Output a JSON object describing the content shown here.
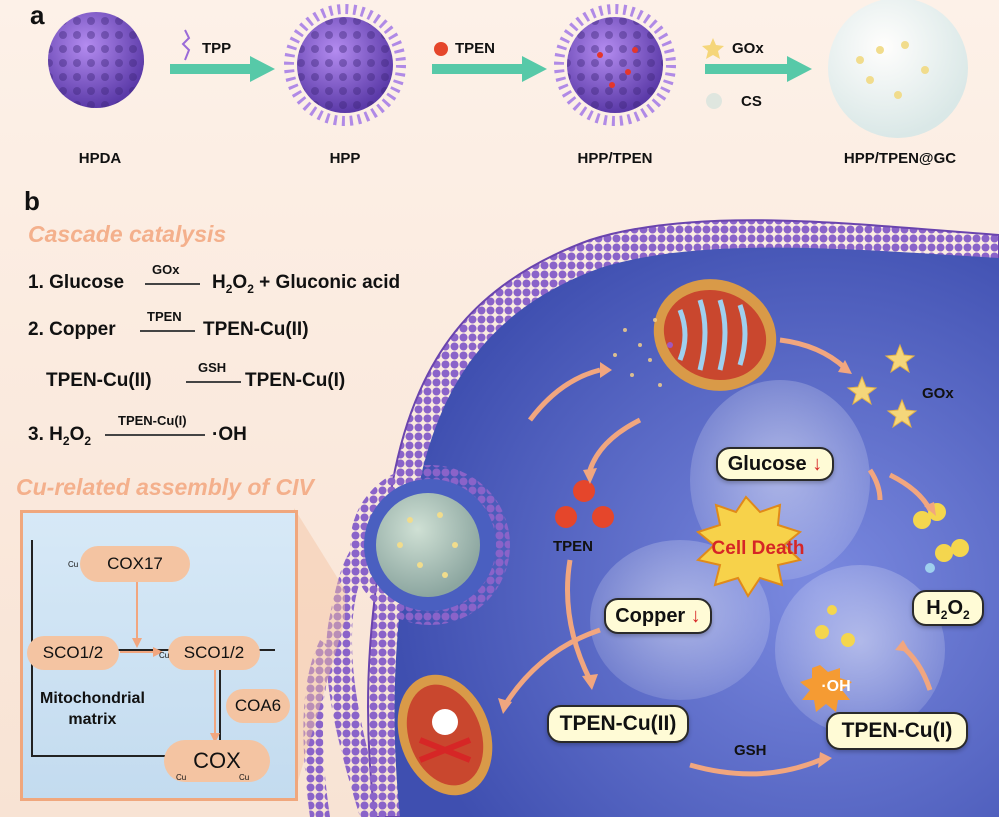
{
  "panel_a": {
    "letter": "a",
    "stages": [
      "HPDA",
      "HPP",
      "HPP/TPEN",
      "HPP/TPEN@GC"
    ],
    "arrows": [
      "TPP",
      "TPEN",
      "GOx",
      "CS"
    ]
  },
  "panel_b": {
    "letter": "b",
    "cascade_title": "Cascade catalysis",
    "eq1": {
      "num": "1.",
      "left": "Glucose",
      "over": "GOx",
      "right_h": "H",
      "sub2a": "2",
      "right_o": "O",
      "sub2b": "2",
      "right_rest": " + Gluconic acid"
    },
    "eq2": {
      "num": "2.",
      "left": "Copper",
      "over": "TPEN",
      "right": "TPEN-Cu(II)"
    },
    "eq2b": {
      "left": "TPEN-Cu(II)",
      "over": "GSH",
      "right": "TPEN-Cu(I)"
    },
    "eq3": {
      "num": "3.",
      "left_h": "H",
      "sub2a": "2",
      "left_o": "O",
      "sub2b": "2",
      "over": "TPEN-Cu(I)",
      "right": "·OH"
    },
    "assembly_title": "Cu-related assembly of CIV",
    "assembly": {
      "cox17": "COX17",
      "sco_left": "SCO1/2",
      "sco_right": "SCO1/2",
      "coa6": "COA6",
      "cox": "COX",
      "matrix": "Mitochondrial\nmatrix",
      "cu": "Cu"
    },
    "cell": {
      "gox": "GOx",
      "tpen": "TPEN",
      "glucose": "Glucose",
      "cell_death": "Cell Death",
      "copper": "Copper",
      "h2o2_h": "H",
      "h2o2_2a": "2",
      "h2o2_o": "O",
      "h2o2_2b": "2",
      "oh": "·OH",
      "tpen_cu2": "TPEN-Cu(II)",
      "tpen_cu1": "TPEN-Cu(I)",
      "gsh": "GSH"
    }
  },
  "colors": {
    "membrane": "#8a63c9",
    "cytoplasm": "#4a5fc0",
    "arrow_teal": "#57c9a8",
    "arrow_peach": "#f1a67f",
    "node_fill": "#fffbd6",
    "title_orange": "#f4b08c"
  }
}
